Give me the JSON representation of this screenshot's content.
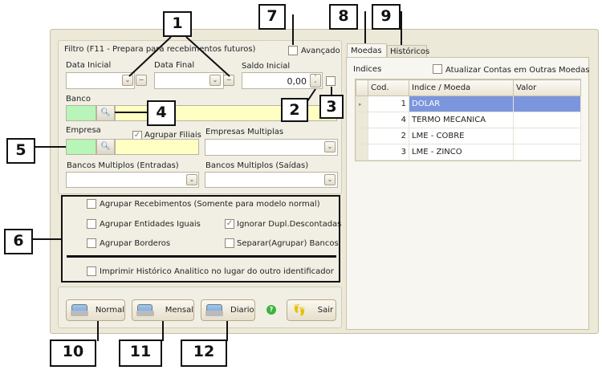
{
  "filter": {
    "title": "Filtro (F11 - Prepara para recebimentos futuros)",
    "advanced_label": "Avançado",
    "advanced_checked": false,
    "data_inicial_label": "Data Inicial",
    "data_inicial_value": "",
    "data_final_label": "Data Final",
    "data_final_value": "",
    "saldo_label": "Saldo Inicial",
    "saldo_value": "0,00",
    "saldo_check": false,
    "banco_label": "Banco",
    "empresa_label": "Empresa",
    "agrupar_filiais_label": "Agrupar Filiais",
    "agrupar_filiais_checked": true,
    "empresas_multiplas_label": "Empresas Multiplas",
    "bancos_entradas_label": "Bancos Multiplos (Entradas)",
    "bancos_saidas_label": "Bancos Multiplos (Saídas)"
  },
  "options": [
    {
      "label": "Agrupar Recebimentos (Somente para modelo normal)",
      "checked": false
    },
    {
      "label": "Agrupar Entidades Iguais",
      "checked": false
    },
    {
      "label": "Ignorar Dupl.Descontadas",
      "checked": true
    },
    {
      "label": "Agrupar Borderos",
      "checked": false
    },
    {
      "label": "Separar(Agrupar) Bancos",
      "checked": false
    },
    {
      "label": "Imprimir Histórico Analitico no lugar do outro identificador",
      "checked": false
    }
  ],
  "buttons": {
    "normal": "Normal",
    "mensal": "Mensal",
    "diario": "Diario",
    "sair": "Sair"
  },
  "tabs": [
    {
      "label": "Moedas",
      "active": true
    },
    {
      "label": "Históricos",
      "active": false
    }
  ],
  "indices": {
    "label": "Indices",
    "atualizar_label": "Atualizar Contas em Outras Moedas",
    "atualizar_checked": false,
    "columns": [
      "Cod.",
      "Indice / Moeda",
      "Valor"
    ],
    "rows": [
      {
        "cod": "1",
        "nome": "DOLAR",
        "valor": ""
      },
      {
        "cod": "4",
        "nome": "TERMO MECANICA",
        "valor": ""
      },
      {
        "cod": "2",
        "nome": "LME - COBRE",
        "valor": ""
      },
      {
        "cod": "3",
        "nome": "LME - ZINCO",
        "valor": ""
      }
    ]
  },
  "callouts": [
    "1",
    "2",
    "3",
    "4",
    "5",
    "6",
    "7",
    "8",
    "9",
    "10",
    "11",
    "12"
  ],
  "colors": {
    "selected_row": "#7b96dc",
    "lookup_code": "#b8f5b8",
    "lookup_desc": "#ffffc4"
  }
}
